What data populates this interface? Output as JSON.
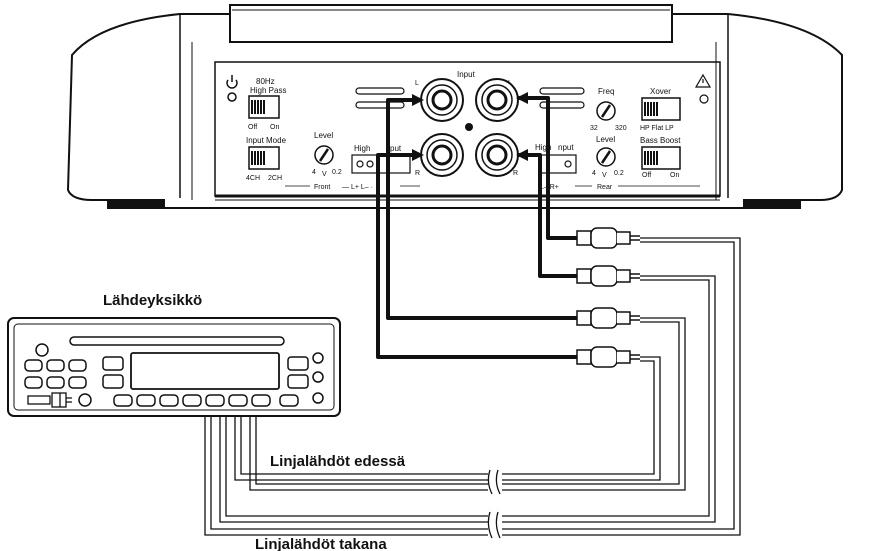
{
  "captions": {
    "source_unit": "Lähdeyksikkö",
    "front_outputs": "Linjalähdöt edessä",
    "rear_outputs": "Linjalähdöt takana"
  },
  "amplifier_panel": {
    "input": "Input",
    "ch_l": "L",
    "ch_r": "R",
    "hz80": "80Hz",
    "high_pass": "High Pass",
    "off": "Off",
    "on": "On",
    "input_mode": "Input Mode",
    "ch4": "4CH",
    "ch2": "2CH",
    "level": "Level",
    "lvl_4": "4",
    "lvl_v": "V",
    "lvl_02": "0.2",
    "high_input_left": "High",
    "high_input_left2": "put",
    "high_input_right": "High",
    "high_input_right2": "nput",
    "front": "Front",
    "rear": "Rear",
    "front_terminals": "— L+ L– ·",
    "rear_terminals": "L– R+",
    "freq": "Freq",
    "freq_32": "32",
    "freq_320": "320",
    "xover": "Xover",
    "xover_modes": "HP Flat LP",
    "bass_boost": "Bass Boost"
  }
}
